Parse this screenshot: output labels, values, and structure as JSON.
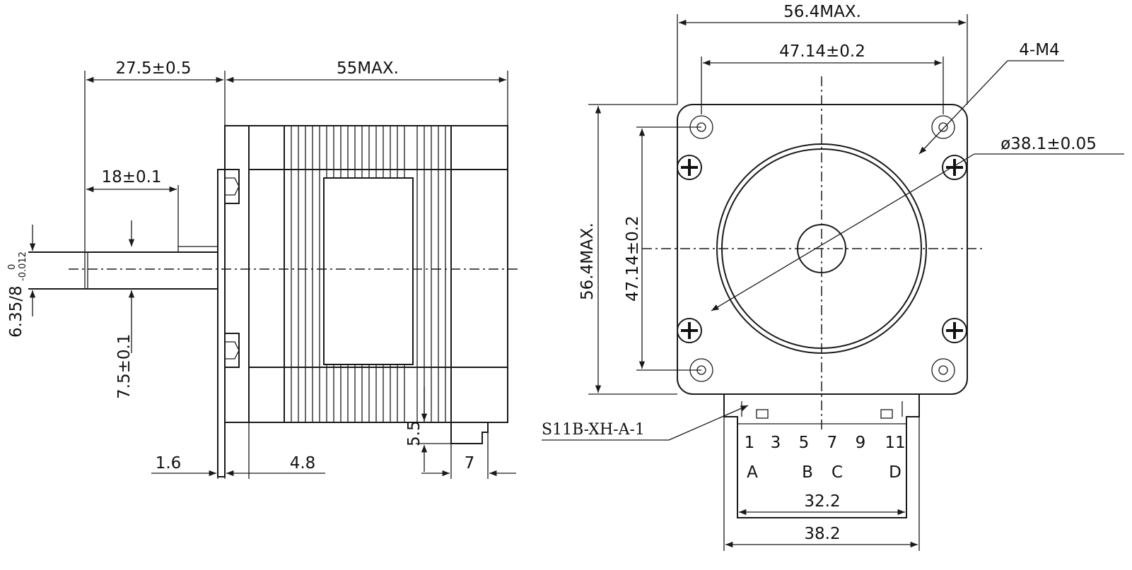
{
  "side_view": {
    "dim_shaft_length": "27.5±0.5",
    "dim_body_length": "55MAX.",
    "dim_flat_length": "18±0.1",
    "dim_shaft_dia": "6.35/8",
    "dim_shaft_tol_upper": "0",
    "dim_shaft_tol_lower": "-0.012",
    "dim_flat_depth": "7.5±0.1",
    "dim_flange": "1.6",
    "dim_boss": "4.8",
    "dim_connector_h": "5.5",
    "dim_connector_w": "7"
  },
  "front_view": {
    "dim_width": "56.4MAX.",
    "dim_hole_pitch_h": "47.14±0.2",
    "dim_height": "56.4MAX.",
    "dim_hole_pitch_v": "47.14±0.2",
    "holes": "4-M4",
    "pilot_dia": "ø38.1±0.05",
    "connector_part": "S11B-XH-A-1",
    "pins": [
      "1",
      "3",
      "5",
      "7",
      "9",
      "11"
    ],
    "phases": [
      "A",
      "B",
      "C",
      "D"
    ],
    "dim_conn_inner": "32.2",
    "dim_conn_outer": "38.2"
  }
}
